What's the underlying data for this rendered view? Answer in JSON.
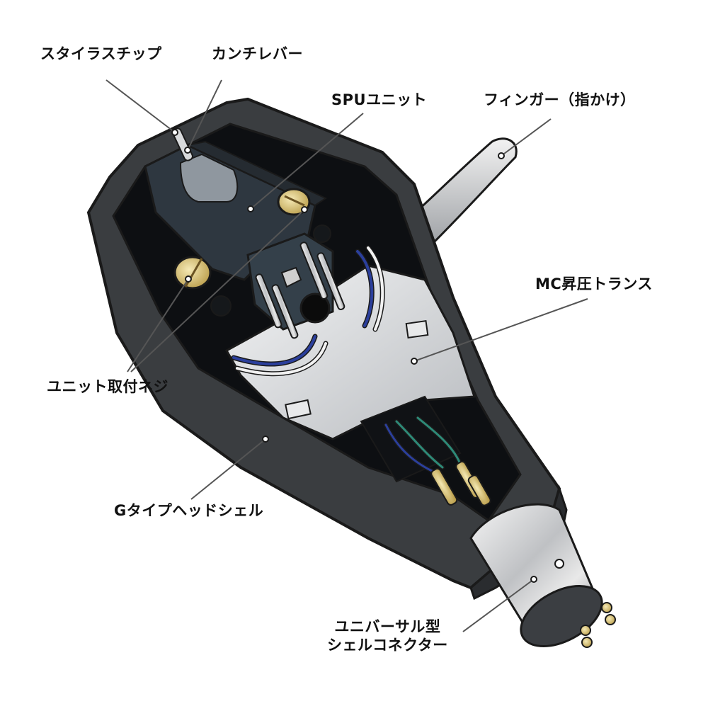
{
  "diagram": {
    "subject": "SPU cartridge in G-type headshell (cutaway illustration)",
    "colors": {
      "shell": "#3a3d40",
      "shell_edge": "#1a1a1a",
      "interior": "#0d0f12",
      "unit_body": "#2e3740",
      "brass": "#d8c27a",
      "silver": "#c9ccd0",
      "transformer": "#e6e8ea",
      "wire_blue": "#2b3f9c",
      "wire_green": "#2e8a78",
      "leader": "#555555"
    },
    "labels": {
      "stylus_tip": "スタイラスチップ",
      "cantilever": "カンチレバー",
      "spu_unit": "SPUユニット",
      "finger_lift": "フィンガー（指かけ）",
      "mc_step_up": "MC昇圧トランス",
      "mount_screws": "ユニット取付ネジ",
      "g_type_shell": "Gタイプヘッドシェル",
      "connector_line1": "ユニバーサル型",
      "connector_line2": "シェルコネクター"
    }
  }
}
